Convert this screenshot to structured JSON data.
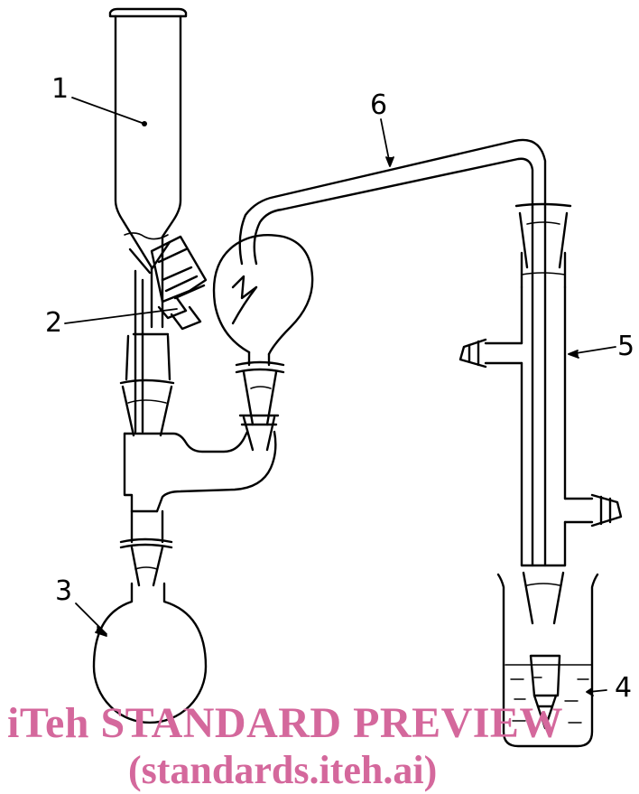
{
  "callouts": {
    "c1": "1",
    "c2": "2",
    "c3": "3",
    "c4": "4",
    "c5": "5",
    "c6": "6"
  },
  "watermark": {
    "line1": "iTeh STANDARD PREVIEW",
    "line2": "(standards.iteh.ai)",
    "color": "#d4689c"
  },
  "drawing": {
    "stroke_color": "#000000",
    "background": "#ffffff"
  }
}
